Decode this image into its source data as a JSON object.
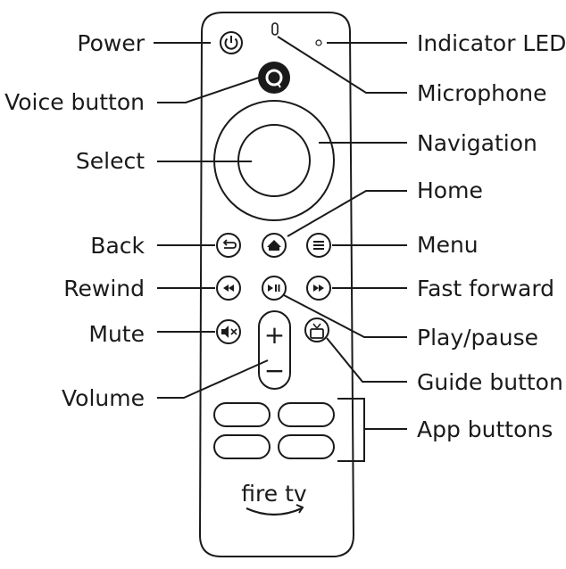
{
  "labels": {
    "power": "Power",
    "voice_button": "Voice button",
    "select": "Select",
    "back": "Back",
    "rewind": "Rewind",
    "mute": "Mute",
    "volume": "Volume",
    "indicator_led": "Indicator LED",
    "microphone": "Microphone",
    "navigation": "Navigation",
    "home": "Home",
    "menu": "Menu",
    "fast_forward": "Fast forward",
    "play_pause": "Play/pause",
    "guide_button": "Guide button",
    "app_buttons": "App buttons"
  },
  "remote": {
    "volume_plus": "+",
    "volume_minus": "−",
    "logo_text": "fire tv"
  },
  "colors": {
    "ink": "#1a1a1a",
    "background": "#ffffff"
  },
  "icons": [
    "power-icon",
    "voice-icon",
    "back-arrow-icon",
    "home-icon",
    "menu-icon",
    "rewind-icon",
    "play-pause-icon",
    "fast-forward-icon",
    "mute-icon",
    "tv-guide-icon"
  ]
}
